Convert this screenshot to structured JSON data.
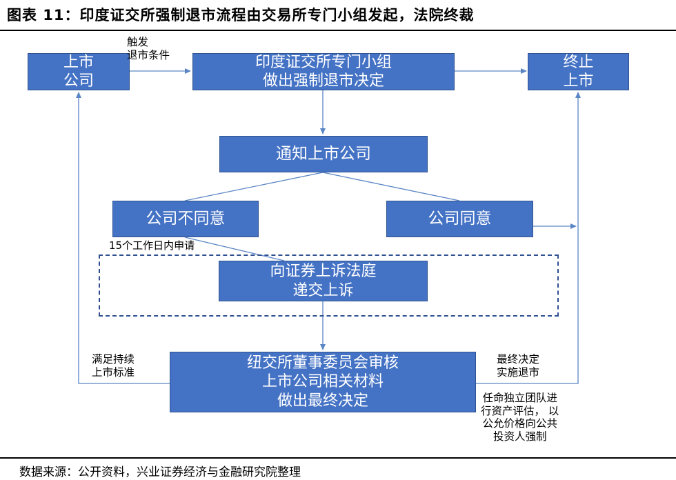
{
  "title": "图表 11：印度证交所强制退市流程由交易所专门小组发起，法院终裁",
  "source": "数据来源：公开资料，兴业证券经济与金融研究院整理",
  "nodes": {
    "listed_company": "上市\n公司",
    "special_group": "印度证交所专门小组\n做出强制退市决定",
    "terminate_listing": "终止\n上市",
    "notify_company": "通知上市公司",
    "company_disagree": "公司不同意",
    "company_agree": "公司同意",
    "appeal_tribunal": "向证券上诉法庭\n递交上诉",
    "board_review": "纽交所董事委员会审核\n上市公司相关材料\n做出最终决定"
  },
  "labels": {
    "trigger": "触发\n退市条件",
    "within_15_days": "15个工作日内申请",
    "meets_standard": "满足持续\n上市标准",
    "final_delist": "最终决定\n实施退市",
    "independent_team": "任命独立团队进\n行资产评估， 以\n公允价格向公共\n投资人强制"
  },
  "colors": {
    "box_fill": "#4472c4",
    "box_border": "#2f528f",
    "arrow": "#5b86c5",
    "dash": "#2f4f8f"
  }
}
